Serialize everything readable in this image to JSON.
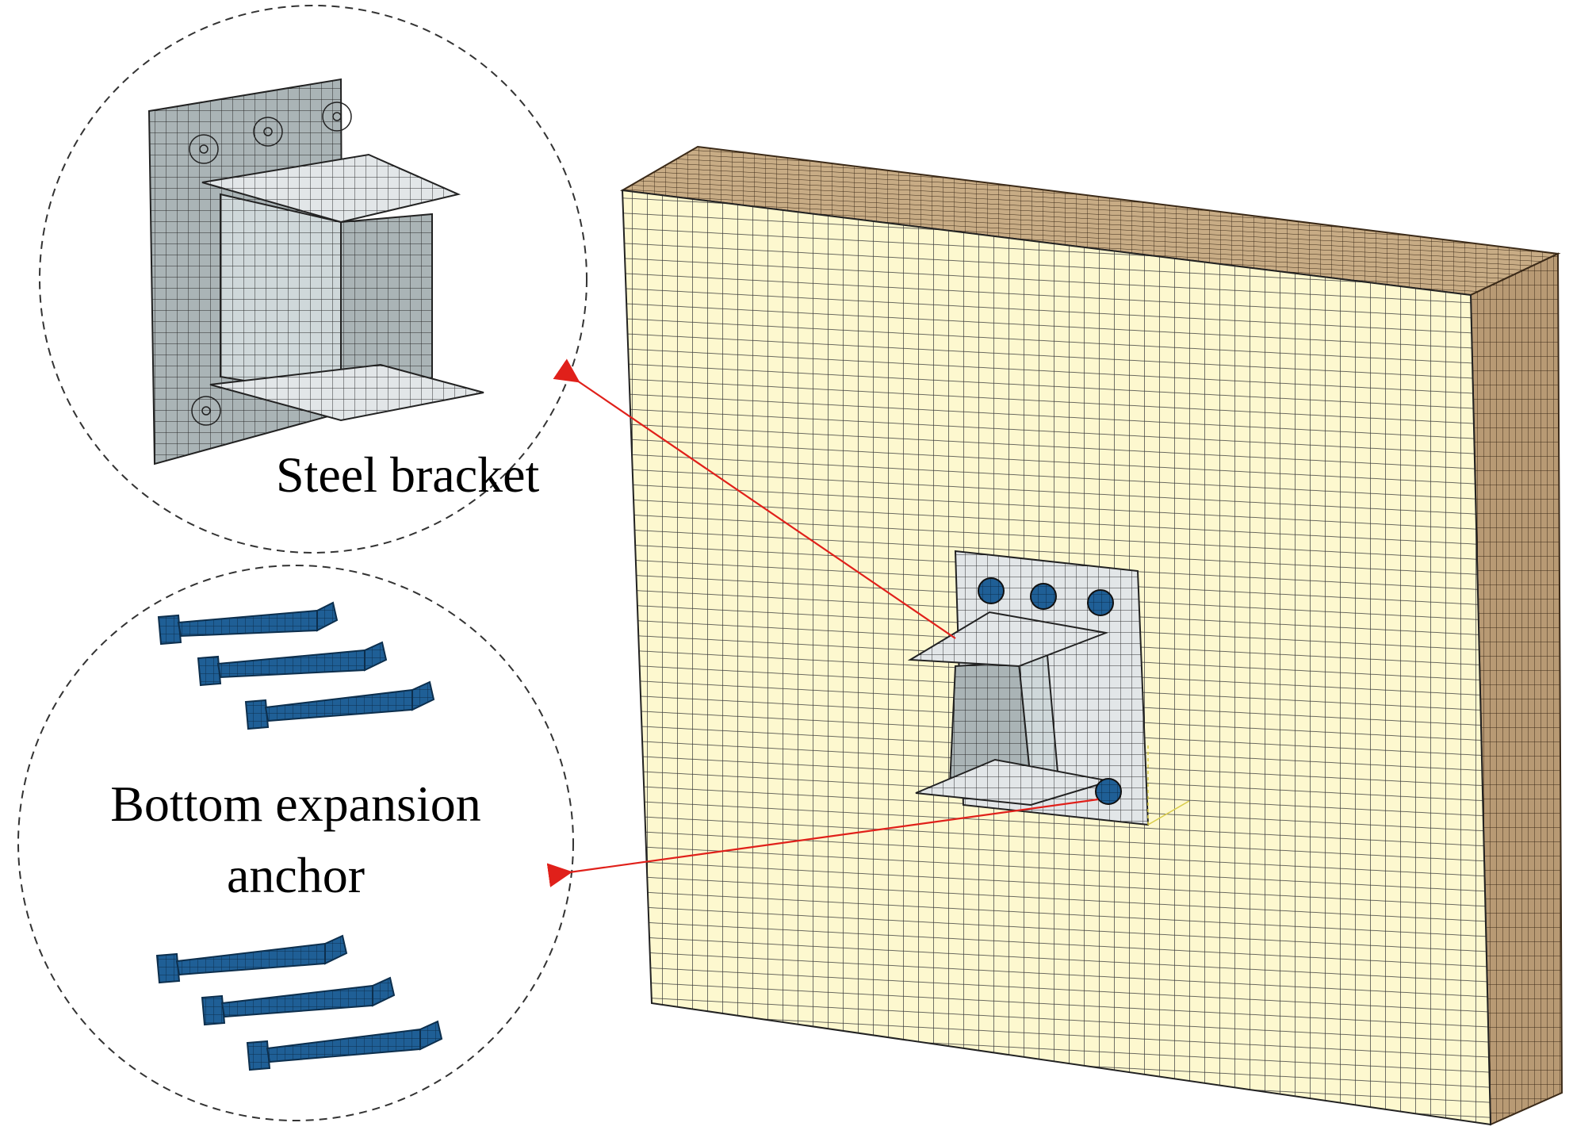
{
  "labels": {
    "steel_bracket": "Steel bracket",
    "anchor_line1": "Bottom expansion",
    "anchor_line2": "anchor"
  },
  "colors": {
    "concrete_face": "#fdf8cf",
    "concrete_side": "#b89a74",
    "concrete_top": "#c8ac85",
    "mesh_line": "#3a3a3a",
    "steel_light": "#d9dde0",
    "steel_gray": "#aab4b6",
    "bolt_blue": "#1f5f96",
    "pointer_red": "#e0201a",
    "callout_border": "#333333"
  },
  "icons": {
    "callout_steel": "steel-bracket-mesh-icon",
    "callout_anchor": "expansion-anchor-icon"
  }
}
